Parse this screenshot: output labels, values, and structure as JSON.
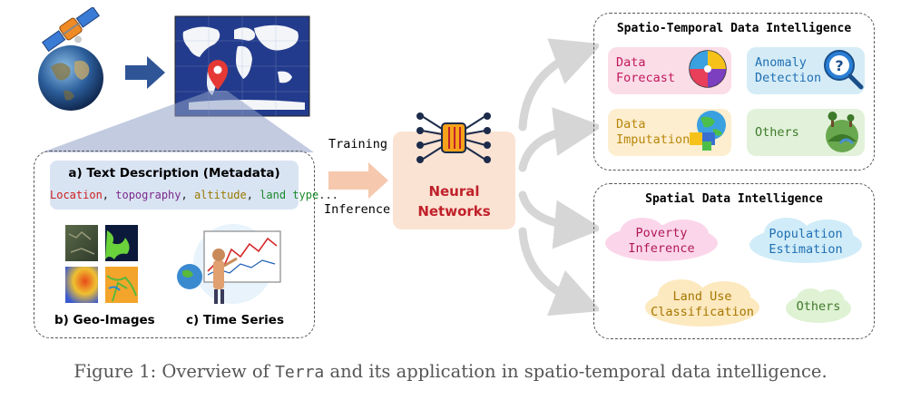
{
  "figure": {
    "caption_prefix": "Figure 1: Overview of ",
    "caption_name": "Terra",
    "caption_suffix": " and its application in spatio-temporal data intelligence."
  },
  "left_panel": {
    "text_desc_title": "a) Text Description (Metadata)",
    "metadata_terms": [
      {
        "text": "Location",
        "color": "#cc1f1f"
      },
      {
        "text": ", ",
        "color": "#222222"
      },
      {
        "text": "topography",
        "color": "#7a2a8c"
      },
      {
        "text": ", ",
        "color": "#222222"
      },
      {
        "text": "altitude",
        "color": "#9a7a00"
      },
      {
        "text": ", ",
        "color": "#222222"
      },
      {
        "text": "land type",
        "color": "#1a8a2a"
      },
      {
        "text": "...",
        "color": "#222222"
      }
    ],
    "geo_images_label": "b) Geo-Images",
    "time_series_label": "c) Time Series"
  },
  "flow": {
    "training_label": "Training",
    "inference_label": "Inference",
    "neural_networks_label_1": "Neural",
    "neural_networks_label_2": "Networks"
  },
  "spatio_temporal": {
    "title": "Spatio-Temporal Data Intelligence",
    "items": [
      {
        "line1": "Data",
        "line2": "Forecast",
        "bg": "#fbdde8",
        "fg": "#c2185b"
      },
      {
        "line1": "Anomaly",
        "line2": "Detection",
        "bg": "#d5ecf7",
        "fg": "#1f6fb3"
      },
      {
        "line1": "Data",
        "line2": "Imputation",
        "bg": "#fdeecf",
        "fg": "#b8860b"
      },
      {
        "line1": "Others",
        "line2": "",
        "bg": "#e2f2da",
        "fg": "#3f7a2a"
      }
    ]
  },
  "spatial": {
    "title": "Spatial Data Intelligence",
    "items": [
      {
        "line1": "Poverty",
        "line2": "Inference",
        "bg": "#fbd6ea",
        "fg": "#b0185a"
      },
      {
        "line1": "Population",
        "line2": "Estimation",
        "bg": "#d0ecf8",
        "fg": "#1f6fb3"
      },
      {
        "line1": "Land Use",
        "line2": "Classification",
        "bg": "#fde9bf",
        "fg": "#a57600"
      },
      {
        "line1": "Others",
        "line2": "",
        "bg": "#dff2d4",
        "fg": "#3f7a2a"
      }
    ]
  },
  "colors": {
    "arrow_blue": "#2f5597",
    "flow_arrow": "#f6c9ae",
    "nn_box": "#fbe3d3",
    "nn_text": "#c0212b",
    "gray_arrow": "#d6d6d6",
    "map_blue": "#233b8c"
  },
  "icons": [
    "satellite-icon",
    "earth-globe-icon",
    "map-pin-icon",
    "neural-network-icon",
    "weather-icon",
    "magnifier-question-icon",
    "puzzle-globe-icon",
    "landscape-icon"
  ]
}
